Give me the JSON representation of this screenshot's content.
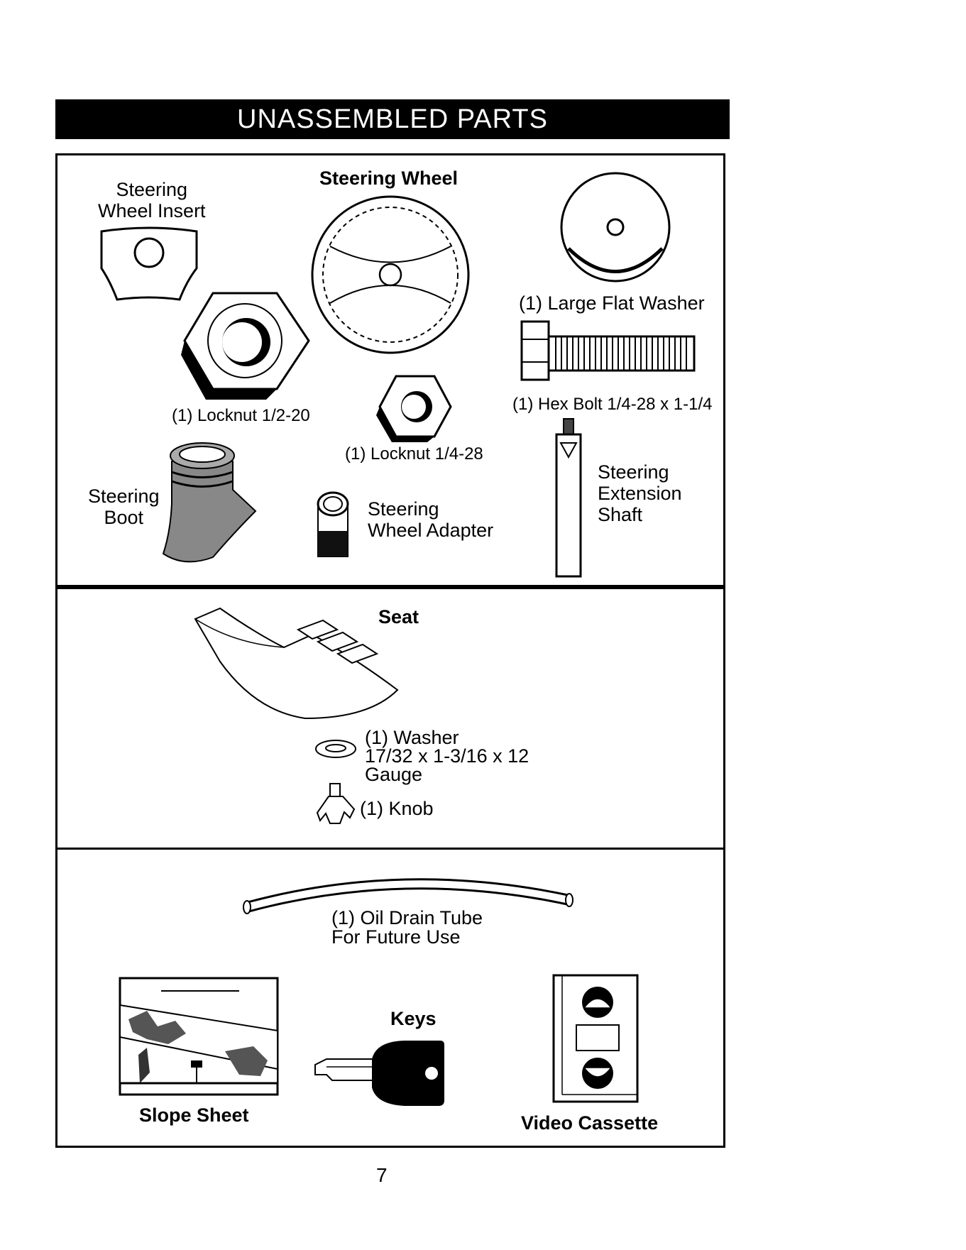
{
  "header": {
    "title": "UNASSEMBLED PARTS"
  },
  "parts": {
    "steering_wheel_insert": "Steering\nWheel Insert",
    "steering_wheel": "Steering Wheel",
    "large_flat_washer": "(1) Large Flat Washer",
    "locknut_half": "(1) Locknut  1/2-20",
    "hex_bolt": "(1) Hex Bolt  1/4-28 x 1-1/4",
    "locknut_quarter": "(1) Locknut  1/4-28",
    "steering_boot": "Steering\nBoot",
    "steering_wheel_adapter": "Steering\nWheel Adapter",
    "steering_extension_shaft": "Steering\nExtension\nShaft",
    "seat": "Seat",
    "washer": "(1) Washer\n17/32 x 1-3/16 x 12\nGauge",
    "knob": "(1) Knob",
    "oil_drain_tube": "(1) Oil Drain Tube\nFor Future Use",
    "keys": "Keys",
    "slope_sheet": "Slope Sheet",
    "video_cassette": "Video Cassette"
  },
  "footer": {
    "page_number": "7"
  }
}
